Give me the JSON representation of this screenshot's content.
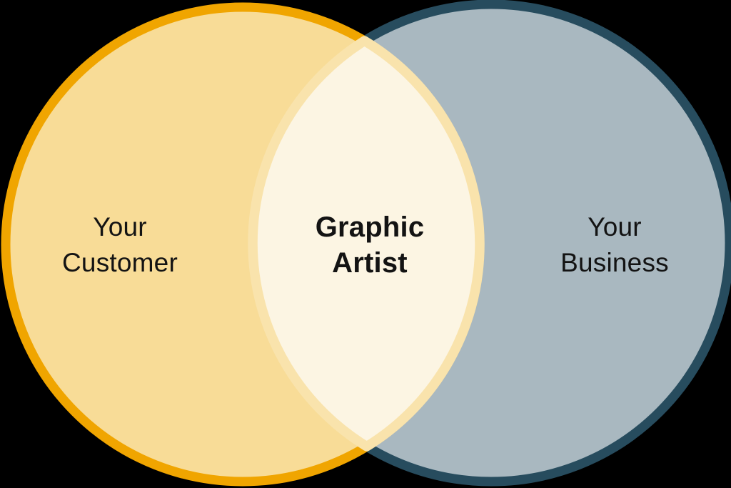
{
  "diagram": {
    "type": "venn",
    "background_color": "#000000",
    "text_color": "#131313",
    "left_set": {
      "label_line1": "Your",
      "label_line2": "Customer",
      "fill": "#F8DC97",
      "border": "#F0A500"
    },
    "right_set": {
      "label_line1": "Your",
      "label_line2": "Business",
      "fill": "#A9B8C0",
      "border": "#274C5E"
    },
    "intersection": {
      "label_line1": "Graphic",
      "label_line2": "Artist",
      "fill": "#FCF5E3",
      "border": "#F9E3AC"
    }
  }
}
